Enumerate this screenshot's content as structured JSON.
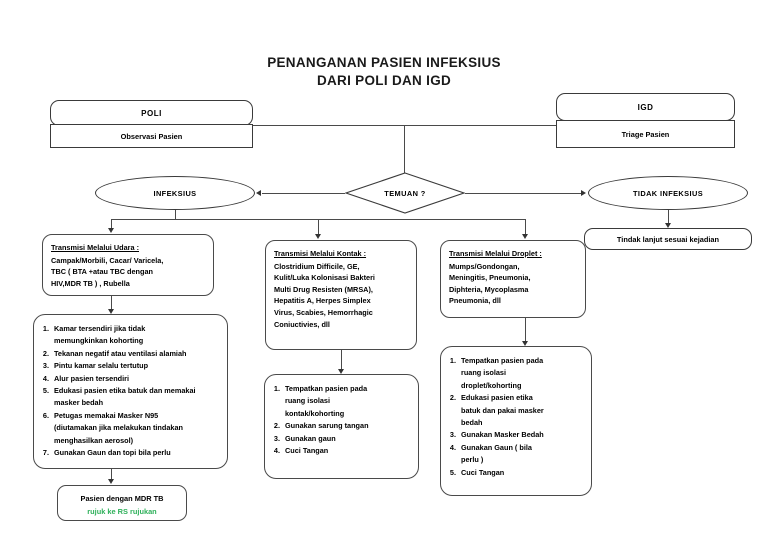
{
  "title": {
    "line1": "PENANGANAN PASIEN INFEKSIUS",
    "line2": "DARI POLI DAN IGD"
  },
  "sources": {
    "poli": {
      "title": "POLI",
      "sub": "Observasi Pasien"
    },
    "igd": {
      "title": "IGD",
      "sub": "Triage Pasien"
    }
  },
  "decision": {
    "label": "TEMUAN ?"
  },
  "branches": {
    "infeksius": "INFEKSIUS",
    "tidak_infeksius": "TIDAK INFEKSIUS",
    "tidak_infeksius_action": "Tindak lanjut sesuai kejadian"
  },
  "transmission": {
    "udara": {
      "head": "Transmisi Melalui Udara :",
      "lines": [
        "Campak/Morbili, Cacar/ Varicela,",
        "TBC ( BTA +atau TBC dengan",
        "HIV,MDR TB ) , Rubella"
      ]
    },
    "kontak": {
      "head": "Transmisi Melalui Kontak :",
      "lines": [
        "Clostridium Difficile, GE,",
        "Kulit/Luka Kolonisasi Bakteri",
        "Multi Drug Resisten (MRSA),",
        "Hepatitis A, Herpes Simplex",
        "Virus, Scabies, Hemorrhagic",
        "Coniuctivies, dll"
      ]
    },
    "droplet": {
      "head": "Transmisi Melalui Droplet :",
      "lines": [
        "Mumps/Gondongan,",
        "Meningitis, Pneumonia,",
        "Diphteria, Mycoplasma",
        "Pneumonia, dll"
      ]
    }
  },
  "actions": {
    "udara": [
      {
        "num": "1.",
        "lines": [
          "Kamar tersendiri jika tidak",
          "memungkinkan kohorting"
        ]
      },
      {
        "num": "2.",
        "lines": [
          "Tekanan negatif atau ventilasi alamiah"
        ]
      },
      {
        "num": "3.",
        "lines": [
          "Pintu kamar selalu tertutup"
        ]
      },
      {
        "num": "4.",
        "lines": [
          "Alur pasien tersendiri"
        ]
      },
      {
        "num": "5.",
        "lines": [
          "Edukasi pasien etika batuk dan memakai",
          "masker bedah"
        ]
      },
      {
        "num": "6.",
        "lines": [
          "Petugas memakai Masker N95",
          "(diutamakan jika melakukan tindakan",
          "menghasilkan aerosol)"
        ]
      },
      {
        "num": "7.",
        "lines": [
          "Gunakan Gaun dan topi bila perlu"
        ]
      }
    ],
    "kontak": [
      {
        "num": "1.",
        "lines": [
          "Tempatkan pasien pada",
          "ruang isolasi",
          "kontak/kohorting"
        ]
      },
      {
        "num": "2.",
        "lines": [
          "Gunakan sarung tangan"
        ]
      },
      {
        "num": "3.",
        "lines": [
          "Gunakan gaun"
        ]
      },
      {
        "num": "4.",
        "lines": [
          "Cuci Tangan"
        ]
      }
    ],
    "droplet": [
      {
        "num": "1.",
        "lines": [
          "Tempatkan pasien pada",
          "ruang isolasi",
          "droplet/kohorting"
        ]
      },
      {
        "num": "2.",
        "lines": [
          "Edukasi pasien etika",
          "batuk dan pakai masker",
          "bedah"
        ]
      },
      {
        "num": "3.",
        "lines": [
          "Gunakan Masker Bedah"
        ]
      },
      {
        "num": "4.",
        "lines": [
          "Gunakan Gaun ( bila",
          "perlu )"
        ]
      },
      {
        "num": "5.",
        "lines": [
          "Cuci Tangan"
        ]
      }
    ]
  },
  "mdr": {
    "line1": "Pasien dengan MDR TB",
    "line2": "rujuk ke RS rujukan",
    "accent_color": "#2eb05a"
  }
}
